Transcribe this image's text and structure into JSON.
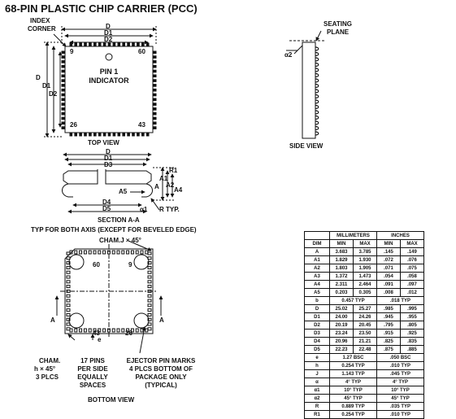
{
  "title": "68-PIN PLASTIC CHIP CARRIER (PCC)",
  "top_view": {
    "index_corner": [
      "INDEX",
      "CORNER"
    ],
    "dims": [
      "D",
      "D1",
      "D2"
    ],
    "pin_numbers": [
      "9",
      "60",
      "26",
      "43"
    ],
    "pin1": [
      "PIN 1",
      "INDICATOR"
    ],
    "caption": "TOP VIEW"
  },
  "side_view": {
    "seating_plane": [
      "SEATING",
      "PLANE"
    ],
    "alpha2": "α2",
    "caption": "SIDE VIEW"
  },
  "section": {
    "dims_top": [
      "D",
      "D1",
      "D3"
    ],
    "dims_right": [
      "R1",
      "A",
      "A1",
      "A2",
      "A4"
    ],
    "a5": "A5",
    "dims_bottom": [
      "D4",
      "D5"
    ],
    "r_typ": "R TYP.",
    "alpha1": "α1",
    "caption": "SECTION A-A",
    "subcaption": "TYP FOR BOTH AXIS (EXCEPT FOR BEVELED EDGE)"
  },
  "bottom_view": {
    "chamfer_j": "CHAM.J × 45°",
    "pin_numbers": [
      "60",
      "9",
      "43",
      "26"
    ],
    "section_mark": "A",
    "e_label": "e",
    "cham_h": [
      "CHAM.",
      "h × 45°",
      "3 PLCS"
    ],
    "pins_note": [
      "17 PINS",
      "PER SIDE",
      "EQUALLY",
      "SPACES"
    ],
    "ejector": [
      "EJECTOR PIN MARKS",
      "4 PLCS BOTTOM OF",
      "PACKAGE ONLY",
      "(TYPICAL)"
    ],
    "caption": "BOTTOM VIEW"
  },
  "table": {
    "group_headers": [
      "MILLIMETERS",
      "INCHES"
    ],
    "col_headers": [
      "DIM",
      "MIN",
      "MAX",
      "MIN",
      "MAX"
    ],
    "rows": [
      [
        "A",
        "3.683",
        "3.785",
        ".145",
        ".149"
      ],
      [
        "A1",
        "1.829",
        "1.930",
        ".072",
        ".076"
      ],
      [
        "A2",
        "1.803",
        "1.905",
        ".071",
        ".075"
      ],
      [
        "A3",
        "1.372",
        "1.473",
        ".054",
        ".058"
      ],
      [
        "A4",
        "2.311",
        "2.464",
        ".091",
        ".097"
      ],
      [
        "A5",
        "0.203",
        "0.305",
        ".008",
        ".012"
      ],
      [
        "b",
        "0.457 TYP",
        "",
        ".018 TYP",
        ""
      ],
      [
        "D",
        "25.02",
        "25.27",
        ".985",
        ".995"
      ],
      [
        "D1",
        "24.00",
        "24.26",
        ".945",
        ".955"
      ],
      [
        "D2",
        "20.19",
        "20.45",
        ".795",
        ".805"
      ],
      [
        "D3",
        "23.24",
        "23.50",
        ".915",
        ".925"
      ],
      [
        "D4",
        "20.96",
        "21.21",
        ".825",
        ".835"
      ],
      [
        "D5",
        "22.23",
        "22.48",
        ".875",
        ".885"
      ],
      [
        "e",
        "1.27 BSC",
        "",
        ".050 BSC",
        ""
      ],
      [
        "h",
        "0.254 TYP",
        "",
        ".010 TYP",
        ""
      ],
      [
        "J",
        "1.143 TYP",
        "",
        ".045 TYP",
        ""
      ],
      [
        "α",
        "4° TYP",
        "",
        "4° TYP",
        ""
      ],
      [
        "α1",
        "10° TYP",
        "",
        "10° TYP",
        ""
      ],
      [
        "α2",
        "45° TYP",
        "",
        "45° TYP",
        ""
      ],
      [
        "R",
        "0.889 TYP",
        "",
        ".035 TYP",
        ""
      ],
      [
        "R1",
        "0.254 TYP",
        "",
        ".010 TYP",
        ""
      ]
    ]
  }
}
